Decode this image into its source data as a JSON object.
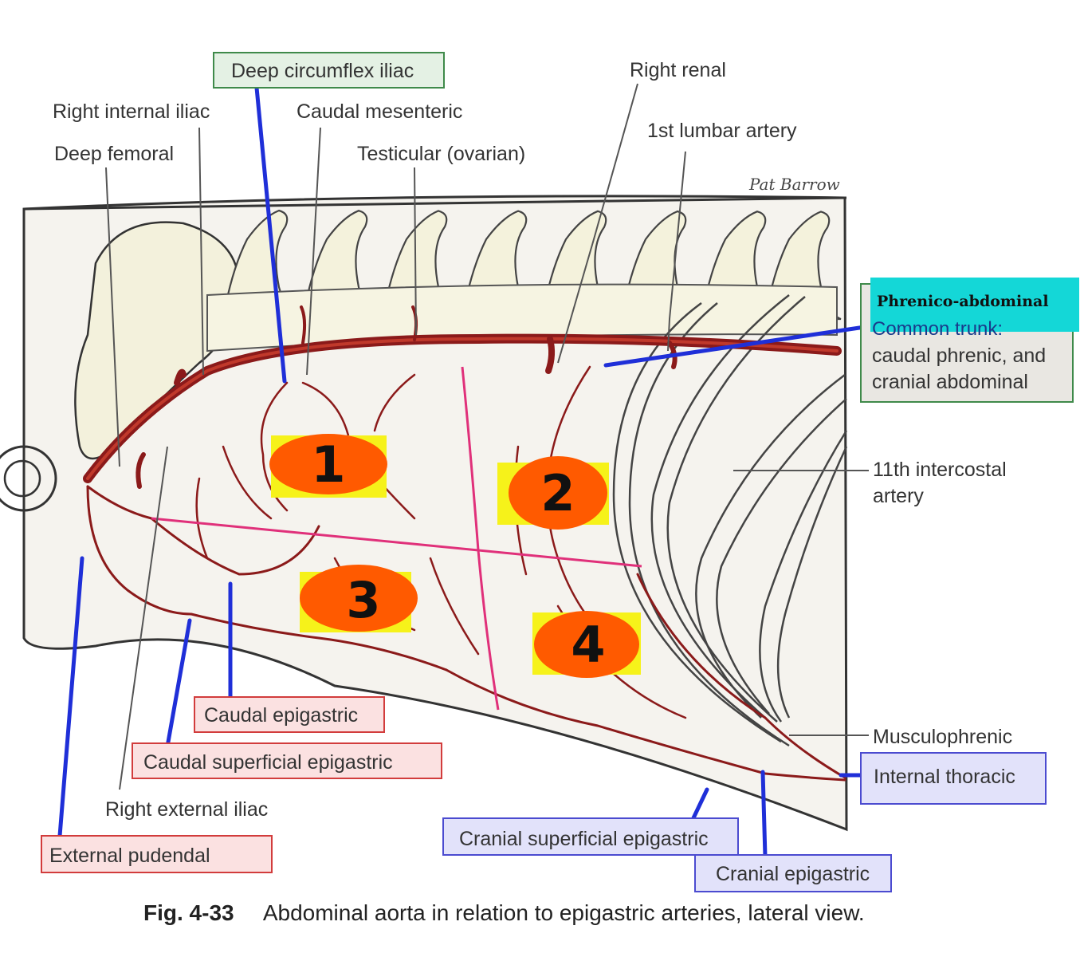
{
  "labels": {
    "right_internal_iliac": "Right internal iliac",
    "deep_femoral": "Deep femoral",
    "caudal_mesenteric": "Caudal mesenteric",
    "testicular": "Testicular (ovarian)",
    "right_renal": "Right renal",
    "first_lumbar": "1st lumbar artery",
    "intercostal_line1": "11th intercostal",
    "intercostal_line2": "artery",
    "musculophrenic": "Musculophrenic",
    "right_external_iliac": "Right external iliac"
  },
  "boxes": {
    "deep_circumflex_iliac": "Deep circumflex iliac",
    "phrenico_abdominal": "Phrenico-abdominal",
    "common_trunk_line1": "Common trunk:",
    "common_trunk_line2": "caudal phrenic, and",
    "common_trunk_line3": "cranial abdominal",
    "caudal_epigastric": "Caudal epigastric",
    "caudal_superficial_epigastric": "Caudal superficial epigastric",
    "external_pudendal": "External pudendal",
    "internal_thoracic": "Internal thoracic",
    "cranial_superficial_epigastric": "Cranial superficial epigastric",
    "cranial_epigastric": "Cranial epigastric"
  },
  "quadrants": [
    "1",
    "2",
    "3",
    "4"
  ],
  "signature": "Pat Barrow",
  "caption": {
    "fig": "Fig. 4-33",
    "text": "Abdominal aorta in relation to epigastric arteries, lateral view."
  },
  "colors": {
    "artery": "#8b1a1a",
    "pointer_blue": "#1f2fd8",
    "quadrant_pink": "#e0307a",
    "marker_orange": "#ff5a00",
    "highlight_yellow": "#f6f21a",
    "box_green_border": "#3f8a4a",
    "box_green_fill": "#e4f1e4",
    "box_red_border": "#d23c3c",
    "box_red_fill": "#fbe1e1",
    "box_blue_border": "#4b4bd0",
    "box_blue_fill": "#e2e2fa",
    "cyan_highlight": "#14d7d7"
  }
}
